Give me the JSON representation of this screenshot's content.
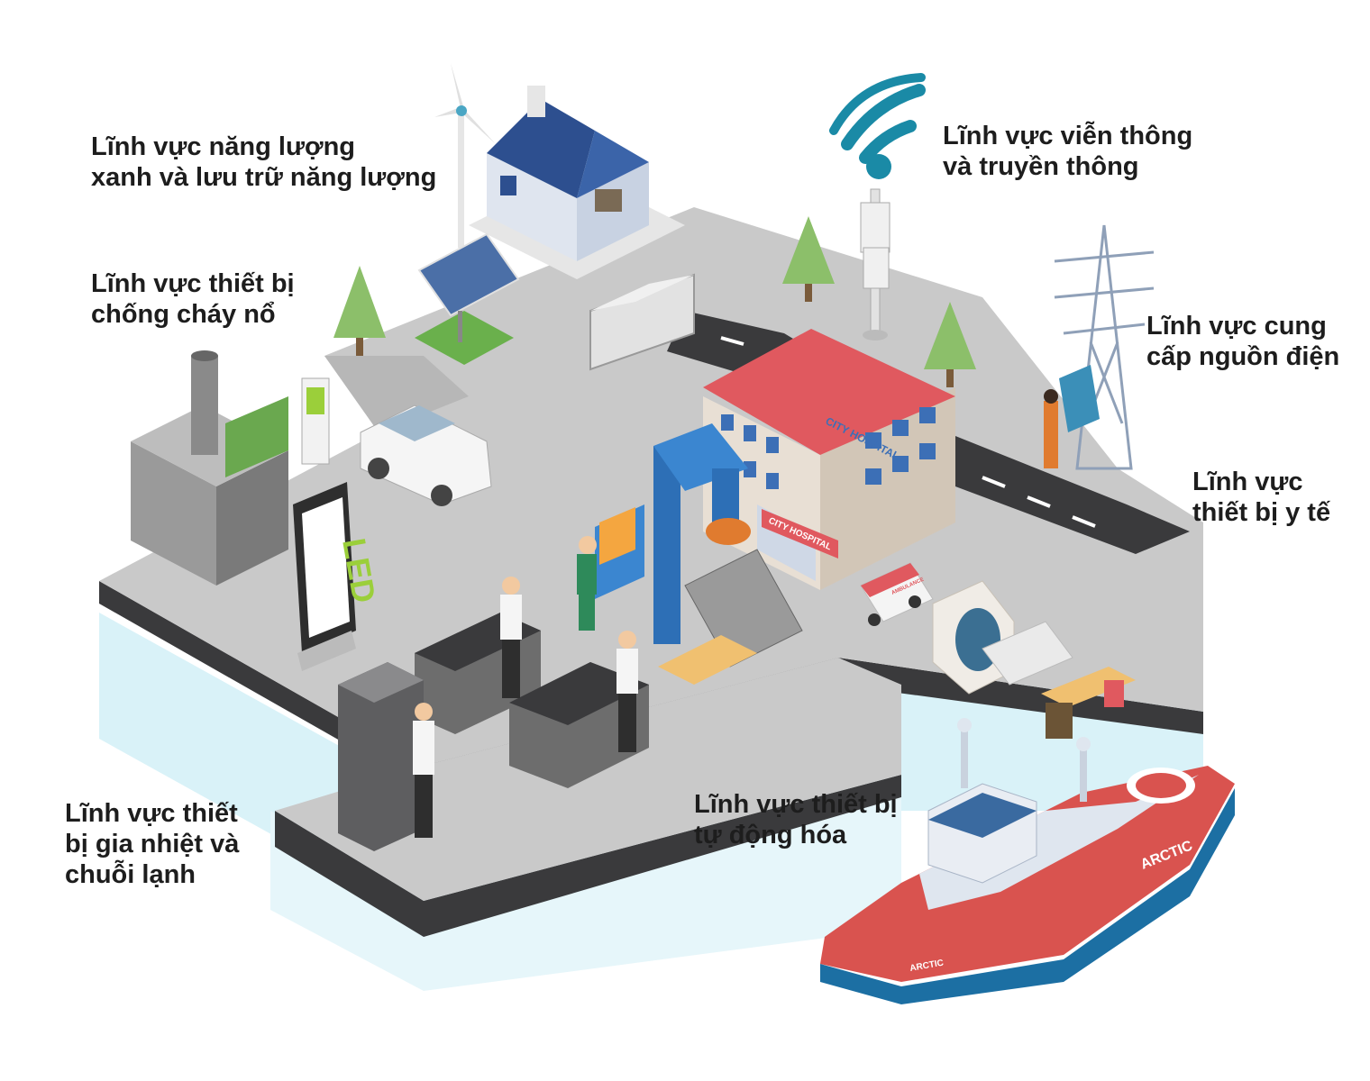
{
  "labels": {
    "green_energy": [
      "Lĩnh vực năng lượng",
      "xanh và lưu trữ năng lượng"
    ],
    "telecom": [
      "Lĩnh vực viễn thông",
      "và truyền thông"
    ],
    "explosion_proof": [
      "Lĩnh vực thiết bị",
      "chống cháy nổ"
    ],
    "power_supply": [
      "Lĩnh vực cung",
      "cấp nguồn điện"
    ],
    "medical": [
      "Lĩnh vực",
      "thiết bị y tế"
    ],
    "heating_cold_chain": [
      "Lĩnh vực thiết",
      "bị gia nhiệt và",
      "chuỗi lạnh"
    ],
    "automation": [
      "Lĩnh vực thiết bị",
      "tự động hóa"
    ]
  },
  "signs": {
    "led": "LED",
    "hospital_roof": "CITY HOSPITAL",
    "hospital_entrance": "CITY HOSPITAL",
    "ship_name": "ARCTIC",
    "ship_bow": "ARCTIC",
    "ambulance": "AMBULANCE"
  },
  "colors": {
    "platform_top": "#c8c8c8",
    "platform_side": "#3a3a3c",
    "road": "#3a3a3c",
    "water": "#cdeef7",
    "wifi": "#1a8aa6",
    "hospital_roof": "#e0595f",
    "ship_hull_red": "#d9534f",
    "ship_hull_blue": "#1c6fa3",
    "tree": "#8cbf6a",
    "text": "#1d1d1d"
  }
}
